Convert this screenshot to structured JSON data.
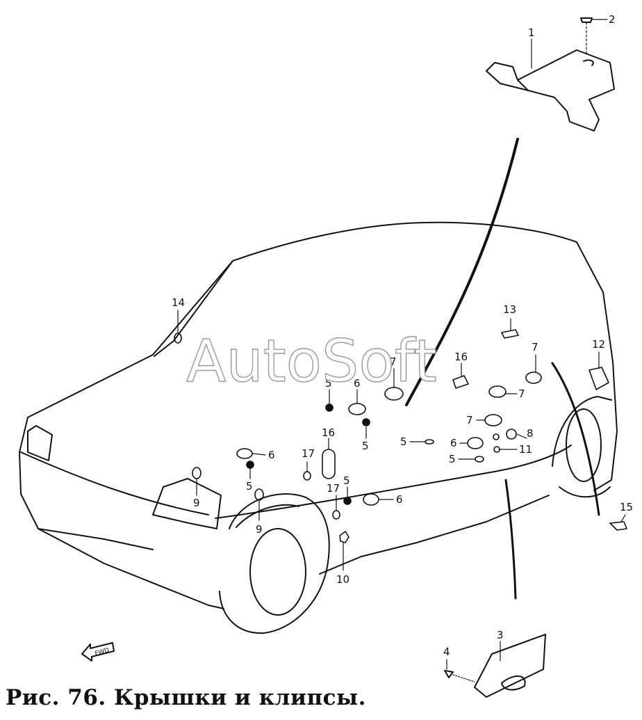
{
  "caption": "Рис. 76. Крышки и клипсы.",
  "watermark": "AutoSoft",
  "fwd_label": "FWD",
  "callouts": [
    "1",
    "2",
    "3",
    "4",
    "5",
    "6",
    "7",
    "8",
    "9",
    "10",
    "11",
    "12",
    "13",
    "14",
    "15",
    "16",
    "17"
  ]
}
